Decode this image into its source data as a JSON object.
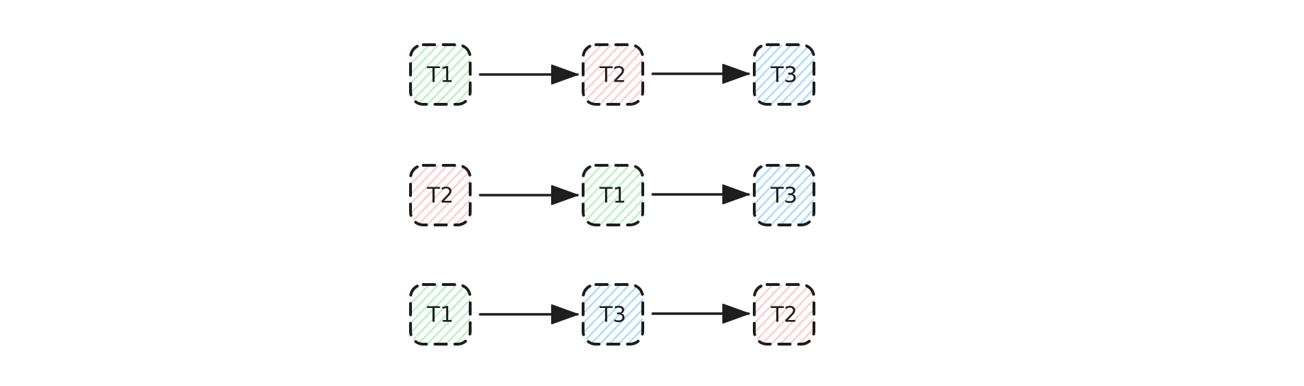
{
  "colors": {
    "stroke": "#1e1e1e",
    "background": "#ffffff",
    "T1": "#b2f2bb",
    "T2": "#ffc9c9",
    "T3": "#a5d8ff"
  },
  "rows": [
    {
      "nodes": [
        {
          "label": "T1",
          "color_key": "T1"
        },
        {
          "label": "T2",
          "color_key": "T2"
        },
        {
          "label": "T3",
          "color_key": "T3"
        }
      ]
    },
    {
      "nodes": [
        {
          "label": "T2",
          "color_key": "T2"
        },
        {
          "label": "T1",
          "color_key": "T1"
        },
        {
          "label": "T3",
          "color_key": "T3"
        }
      ]
    },
    {
      "nodes": [
        {
          "label": "T1",
          "color_key": "T1"
        },
        {
          "label": "T3",
          "color_key": "T3"
        },
        {
          "label": "T2",
          "color_key": "T2"
        }
      ]
    }
  ]
}
